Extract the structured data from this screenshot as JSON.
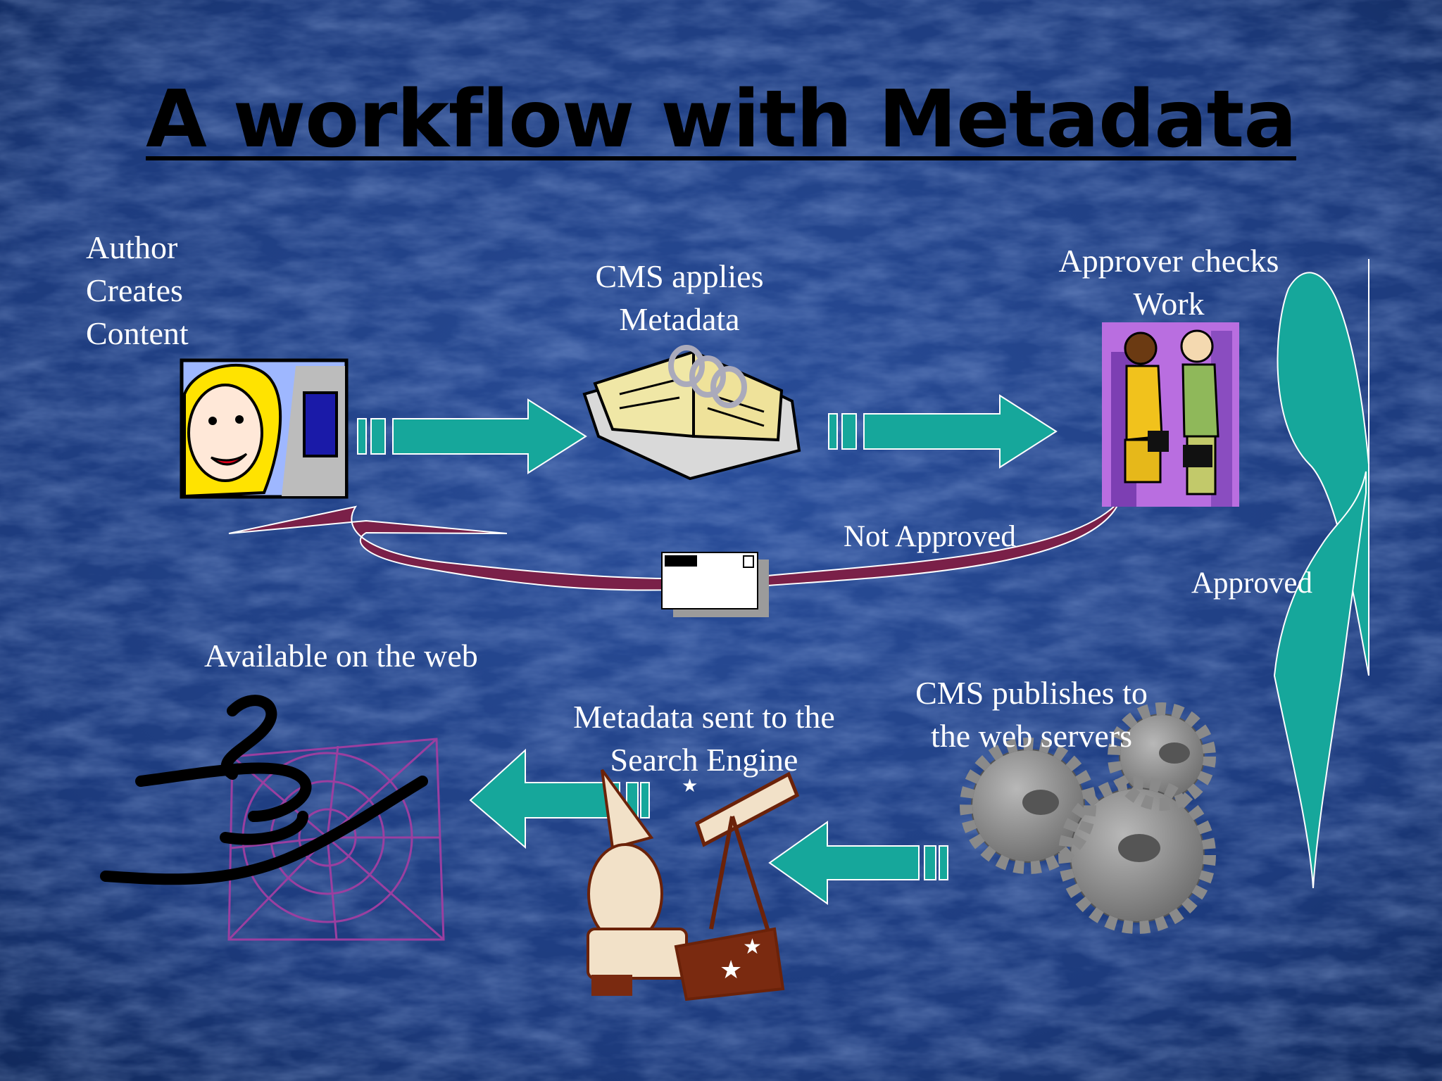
{
  "slide": {
    "title": "A workflow with Metadata",
    "background_color": "#1f3f82",
    "accent_arrow_color": "#16a79b",
    "return_arrow_color": "#7a2048"
  },
  "steps": {
    "author": {
      "label": "Author\nCreates\nContent",
      "icon": "woman-at-computer-icon"
    },
    "cms_apply": {
      "label": "CMS applies\nMetadata",
      "icon": "open-book-icon"
    },
    "approver": {
      "label": "Approver checks\nWork",
      "icon": "business-handshake-icon"
    },
    "publish": {
      "label": "CMS publishes to\nthe web servers",
      "icon": "gears-icon"
    },
    "search": {
      "label": "Metadata sent to the\nSearch Engine",
      "icon": "wizard-telescope-icon"
    },
    "web": {
      "label": "Available on the web",
      "icon": "spider-web-icon"
    }
  },
  "edges": {
    "not_approved": "Not Approved",
    "approved": "Approved"
  }
}
